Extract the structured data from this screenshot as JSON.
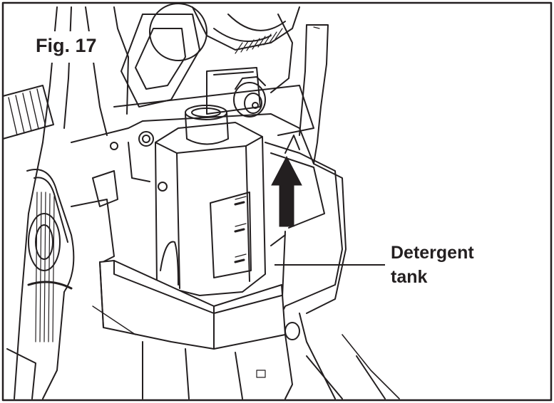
{
  "figure": {
    "label": "Fig. 17"
  },
  "callouts": [
    {
      "line1": "Detergent",
      "line2": "tank"
    }
  ],
  "colors": {
    "ink": "#231f20",
    "paper": "#ffffff",
    "shade": "#d9d9d9"
  }
}
